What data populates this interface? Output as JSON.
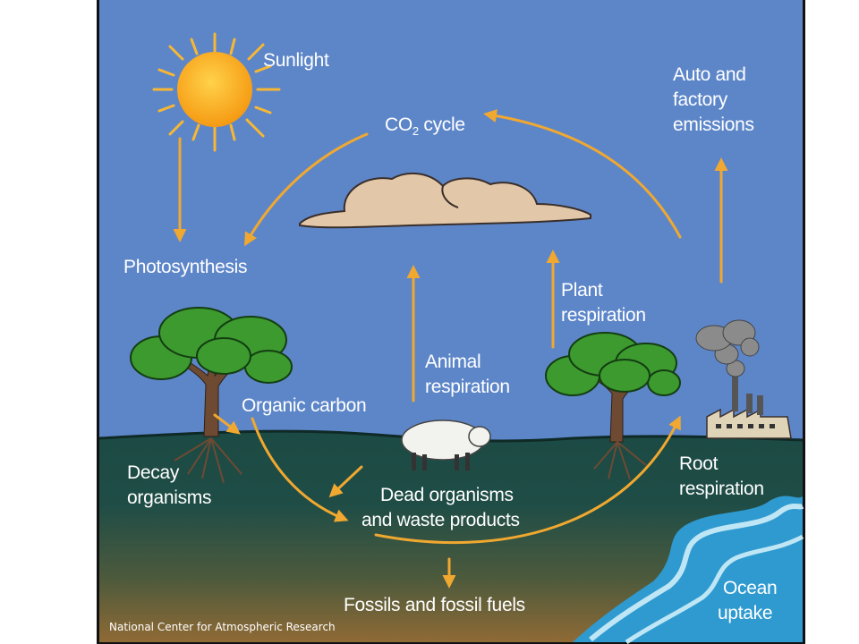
{
  "labels": {
    "sunlight": "Sunlight",
    "co2_prefix": "CO",
    "co2_subscript": "2",
    "co2_suffix": " cycle",
    "auto_emissions": [
      "Auto and",
      "factory",
      "emissions"
    ],
    "photosynthesis": "Photosynthesis",
    "plant_respiration": [
      "Plant",
      "respiration"
    ],
    "animal_respiration": [
      "Animal",
      "respiration"
    ],
    "organic_carbon": "Organic carbon",
    "decay_organisms": [
      "Decay",
      "organisms"
    ],
    "dead_organisms": [
      "Dead organisms",
      "and waste products"
    ],
    "root_respiration": [
      "Root",
      "respiration"
    ],
    "fossils": "Fossils and fossil fuels",
    "ocean_uptake": [
      "Ocean",
      "uptake"
    ]
  },
  "credit": "National Center for Atmospheric Research",
  "colors": {
    "sky": "#5d86c9",
    "ground_top": "#1f4d46",
    "ground_bottom": "#8a6a3a",
    "arrow": "#f0a830",
    "sun": "#f7a51a",
    "cloud": "#e2c7a8",
    "ocean": "#2e9ad0",
    "tree_leaf": "#3c9a2e",
    "trunk": "#6e4a33",
    "text": "#ffffff"
  }
}
